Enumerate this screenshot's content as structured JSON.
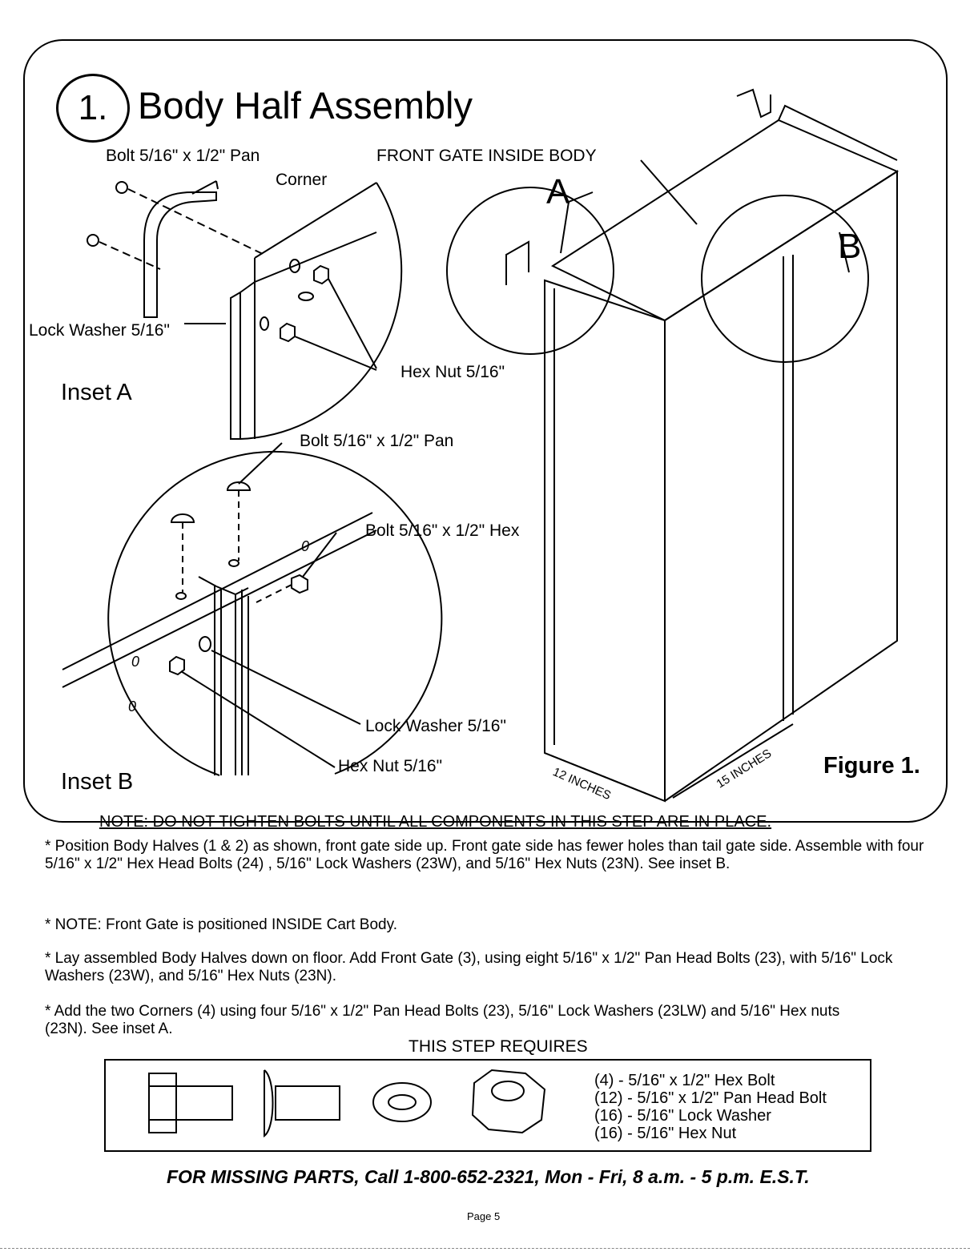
{
  "step": {
    "number": "1.",
    "title": "Body Half Assembly"
  },
  "labels": {
    "bolt_pan_a": "Bolt 5/16\" x 1/2\" Pan",
    "corner": "Corner",
    "lock_washer_a": "Lock Washer 5/16\"",
    "hex_nut_a": "Hex Nut 5/16\"",
    "inset_a": "Inset A",
    "front_gate_inside_body": "FRONT GATE INSIDE BODY",
    "letter_a": "A",
    "letter_b": "B",
    "bolt_pan_b": "Bolt 5/16\" x 1/2\" Pan",
    "bolt_hex_b": "Bolt 5/16\" x 1/2\" Hex",
    "lock_washer_b": "Lock Washer 5/16\"",
    "hex_nut_b": "Hex Nut 5/16\"",
    "inset_b": "Inset B",
    "dim_12": "12 INCHES",
    "dim_15": "15 INCHES",
    "figure_caption": "Figure 1."
  },
  "note": "NOTE: DO NOT TIGHTEN BOLTS UNTIL ALL COMPONENTS IN THIS STEP ARE IN PLACE.",
  "instructions": [
    "* Position Body Halves (1 & 2) as shown, front gate side up. Front gate side has fewer holes than tail gate side. Assemble with four 5/16\" x 1/2\" Hex Head Bolts (24) , 5/16\" Lock Washers (23W), and 5/16\" Hex Nuts (23N). See inset B.",
    "* NOTE: Front Gate is positioned INSIDE Cart Body.",
    "* Lay assembled Body Halves down on floor. Add Front Gate (3), using eight 5/16\" x 1/2\" Pan Head Bolts (23), with 5/16\" Lock Washers (23W), and 5/16\" Hex Nuts (23N).",
    "* Add the two Corners (4) using four 5/16\" x 1/2\" Pan Head Bolts (23), 5/16\" Lock Washers (23LW) and 5/16\" Hex nuts (23N). See inset A."
  ],
  "requirements": {
    "title": "THIS STEP REQUIRES",
    "items": [
      "(4) - 5/16\" x 1/2\" Hex Bolt",
      "(12) - 5/16\" x 1/2\" Pan Head Bolt",
      "(16) - 5/16\"  Lock Washer",
      "(16) - 5/16\" Hex Nut"
    ]
  },
  "footer": "FOR MISSING PARTS, Call 1-800-652-2321, Mon - Fri, 8 a.m. - 5 p.m. E.S.T.",
  "page": "Page 5",
  "colors": {
    "ink": "#000000",
    "paper": "#ffffff"
  }
}
